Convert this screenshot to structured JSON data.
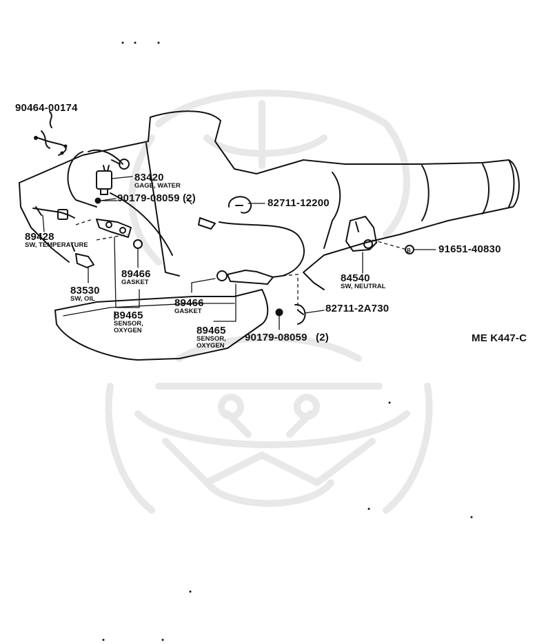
{
  "diagram": {
    "ref_code": "ME K447-C",
    "parts": [
      {
        "id": "p1",
        "number": "90464-00174",
        "name": ""
      },
      {
        "id": "p2",
        "number": "83420",
        "name": "GAGE, WATER"
      },
      {
        "id": "p3",
        "number": "90179-08059 (2)",
        "name": ""
      },
      {
        "id": "p4",
        "number": "82711-12200",
        "name": ""
      },
      {
        "id": "p5",
        "number": "89428",
        "name": "SW, TEMPERATURE"
      },
      {
        "id": "p6",
        "number": "89466",
        "name": "GASKET"
      },
      {
        "id": "p7",
        "number": "83530",
        "name": "SW, OIL"
      },
      {
        "id": "p8",
        "number": "89465",
        "name": "SENSOR,",
        "name2": "OXYGEN"
      },
      {
        "id": "p9",
        "number": "89466",
        "name": "GASKET"
      },
      {
        "id": "p10",
        "number": "89465",
        "name": "SENSOR,",
        "name2": "OXYGEN"
      },
      {
        "id": "p11",
        "number": "90179-08059",
        "qty": "(2)"
      },
      {
        "id": "p12",
        "number": "82711-2A730",
        "name": ""
      },
      {
        "id": "p13",
        "number": "91651-40830",
        "name": ""
      },
      {
        "id": "p14",
        "number": "84540",
        "name": "SW, NEUTRAL"
      }
    ]
  }
}
